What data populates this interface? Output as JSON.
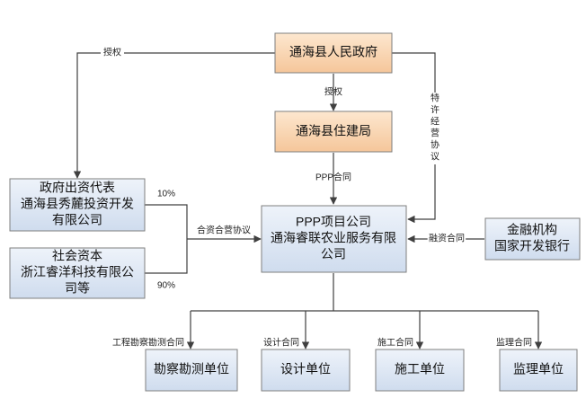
{
  "colors": {
    "orange_top": "#fde7cf",
    "orange_bottom": "#f5c69a",
    "blue_top": "#eef3fa",
    "blue_bottom": "#cfdcee",
    "line": "#404040"
  },
  "nodes": {
    "gov": "通海县人民政府",
    "housing": "通海县住建局",
    "rep": [
      "政府出资代表",
      "通海县秀麓投资开发",
      "有限公司"
    ],
    "social": [
      "社会资本",
      "浙江睿洋科技有限公",
      "司等"
    ],
    "ppp": [
      "PPP项目公司",
      "通海睿联农业服务有限",
      "公司"
    ],
    "finance": [
      "金融机构",
      "国家开发银行"
    ],
    "survey": "勘察勘测单位",
    "design": "设计单位",
    "construct": "施工单位",
    "supervise": "监理单位"
  },
  "labels": {
    "auth_left": "授权",
    "auth_center": "授权",
    "franchise": [
      "特",
      "许",
      "经",
      "营",
      "协",
      "议"
    ],
    "ppp_contract": "PPP合同",
    "share_rep": "10%",
    "share_social": "90%",
    "jv_agreement": "合资合营协议",
    "finance_contract": "融资合同",
    "survey_contract": "工程勘察勘测合同",
    "design_contract": "设计合同",
    "construct_contract": "施工合同",
    "supervise_contract": "监理合同"
  }
}
